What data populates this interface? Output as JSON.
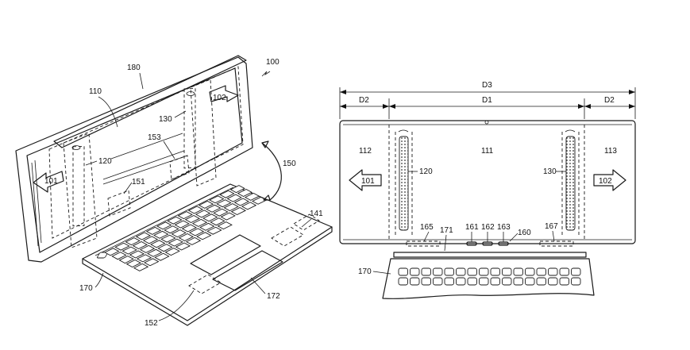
{
  "left_figure": {
    "ref_device": "100",
    "ref_top_edge": "180",
    "ref_display": "110",
    "ref_arrow_left": "101",
    "ref_arrow_right": "102",
    "ref_roller_left": "120",
    "ref_roller_right": "130",
    "ref_module_153": "153",
    "ref_module_151": "151",
    "ref_hinge": "150",
    "ref_keyboard_area": "141",
    "ref_base": "170",
    "ref_touchpad": "172",
    "ref_palm_area": "152"
  },
  "right_figure": {
    "dim_total": "D3",
    "dim_side_left": "D2",
    "dim_center": "D1",
    "dim_side_right": "D2",
    "ref_left_region": "112",
    "ref_center_region": "111",
    "ref_right_region": "113",
    "ref_arrow_left": "101",
    "ref_arrow_right": "102",
    "ref_roller_left": "120",
    "ref_roller_right": "130",
    "ref_165": "165",
    "ref_171": "171",
    "ref_161": "161",
    "ref_162": "162",
    "ref_163": "163",
    "ref_160": "160",
    "ref_167": "167",
    "ref_base": "170"
  }
}
